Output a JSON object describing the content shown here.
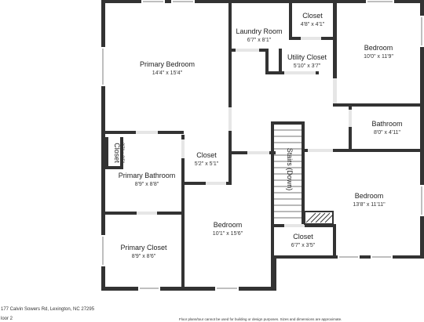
{
  "colors": {
    "wall": "#333333",
    "floor": "#ffffff",
    "window": "#bfbfbf",
    "stairs_line": "#444444"
  },
  "rooms": {
    "primary_bedroom": {
      "name": "Primary Bedroom",
      "dims": "14'4\" x 15'4\""
    },
    "laundry_room": {
      "name": "Laundry Room",
      "dims": "6'7\" x 8'1\""
    },
    "closet_top": {
      "name": "Closet",
      "dims": "4'8\" x 4'1\""
    },
    "bedroom_top_right": {
      "name": "Bedroom",
      "dims": "10'0\" x 11'9\""
    },
    "utility_closet": {
      "name": "Utility Closet",
      "dims": "5'10\" x 3'7\""
    },
    "bathroom": {
      "name": "Bathroom",
      "dims": "8'0\" x 4'11\""
    },
    "closet_left": {
      "name": "Closet",
      "dims": "2'7\" x 3'5\""
    },
    "closet_mid": {
      "name": "Closet",
      "dims": "5'2\" x 5'1\""
    },
    "primary_bathroom": {
      "name": "Primary Bathroom",
      "dims": "8'9\" x 8'8\""
    },
    "stairs": {
      "name": "Stairs (Down)"
    },
    "bedroom_right": {
      "name": "Bedroom",
      "dims": "13'8\" x 11'11\""
    },
    "bedroom_bottom": {
      "name": "Bedroom",
      "dims": "10'1\" x 15'6\""
    },
    "primary_closet": {
      "name": "Primary Closet",
      "dims": "8'9\" x 8'6\""
    },
    "closet_bottom": {
      "name": "Closet",
      "dims": "6'7\" x 3'5\""
    }
  },
  "footer": {
    "address": "177 Calvin Sowers Rd, Lexington, NC 27295",
    "floor": "loor 2",
    "disclaimer": "Floor plans/tour cannot be used for building or design purposes. Sizes and dimensions are approximate."
  }
}
